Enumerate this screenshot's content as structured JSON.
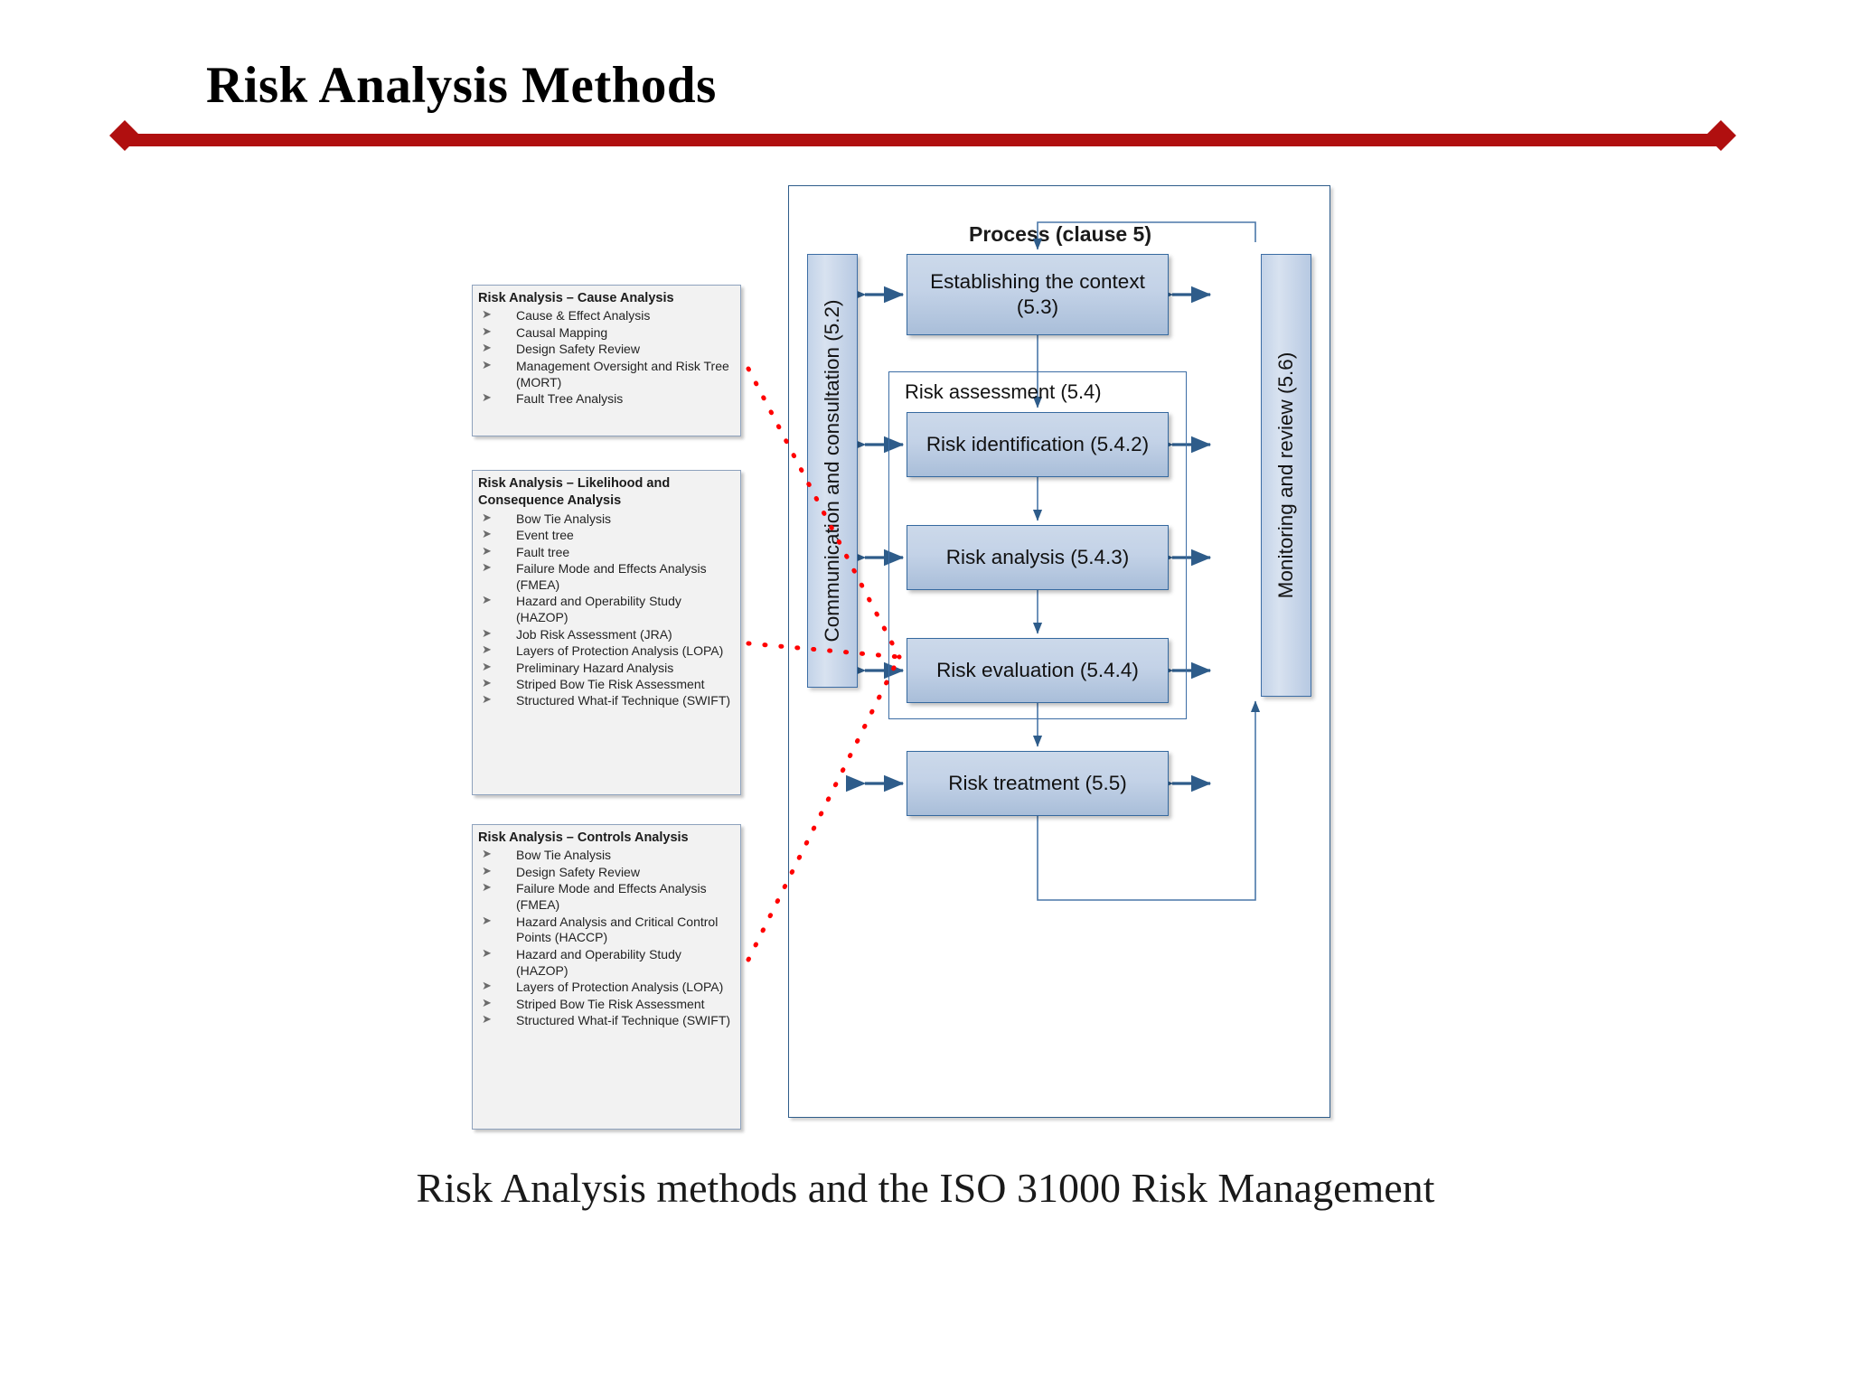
{
  "title": "Risk Analysis Methods",
  "caption": "Risk Analysis methods and the ISO 31000 Risk Management",
  "accent_color": "#b00f0f",
  "box_border_color": "#35699f",
  "box_fill_color": "#c3d2e7",
  "link_color": "#ff0000",
  "callouts": [
    {
      "id": "cause",
      "title": "Risk Analysis – Cause Analysis",
      "items": [
        "Cause & Effect Analysis",
        "Causal Mapping",
        "Design Safety Review",
        "Management Oversight and Risk Tree (MORT)",
        "Fault Tree Analysis"
      ]
    },
    {
      "id": "likelihood",
      "title": "Risk Analysis – Likelihood and Consequence Analysis",
      "items": [
        "Bow Tie Analysis",
        "Event tree",
        "Fault tree",
        "Failure Mode and Effects Analysis (FMEA)",
        "Hazard and Operability Study (HAZOP)",
        "Job Risk Assessment (JRA)",
        "Layers of Protection Analysis (LOPA)",
        "Preliminary Hazard Analysis",
        "Striped Bow Tie Risk Assessment",
        "Structured What-if Technique (SWIFT)"
      ]
    },
    {
      "id": "controls",
      "title": "Risk Analysis – Controls Analysis",
      "items": [
        "Bow Tie Analysis",
        "Design Safety Review",
        "Failure Mode and Effects Analysis (FMEA)",
        "Hazard Analysis and Critical Control Points (HACCP)",
        "Hazard and Operability Study (HAZOP)",
        "Layers of Protection Analysis (LOPA)",
        "Striped Bow Tie Risk Assessment",
        "Structured What-if Technique (SWIFT)"
      ]
    }
  ],
  "process": {
    "heading": "Process (clause 5)",
    "assessment_group_label": "Risk assessment (5.4)",
    "left_bar_label": "Communication and consultation (5.2)",
    "right_bar_label": "Monitoring and review (5.6)",
    "steps": [
      {
        "id": "context",
        "label": "Establishing the context (5.3)"
      },
      {
        "id": "identify",
        "label": "Risk identification (5.4.2)"
      },
      {
        "id": "analysis",
        "label": "Risk analysis (5.4.3)"
      },
      {
        "id": "evaluation",
        "label": "Risk evaluation (5.4.4)"
      },
      {
        "id": "treatment",
        "label": "Risk treatment (5.5)"
      }
    ]
  },
  "bullet_glyph": "➤"
}
